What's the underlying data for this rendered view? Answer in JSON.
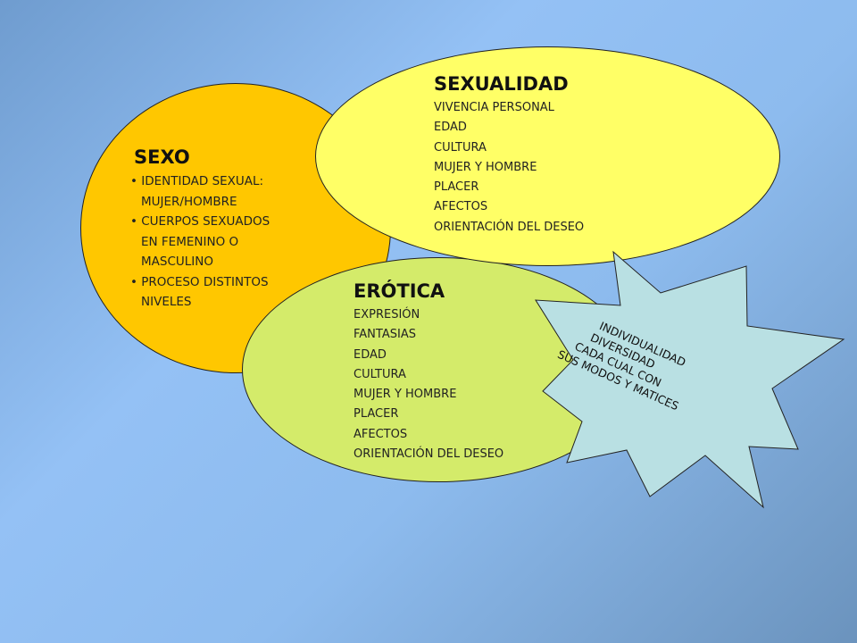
{
  "sexo": {
    "title": "SEXO",
    "items": [
      "• IDENTIDAD SEXUAL:",
      "MUJER/HOMBRE",
      "• CUERPOS SEXUADOS",
      "EN FEMENINO O",
      "MASCULINO",
      "• PROCESO DISTINTOS",
      "NIVELES"
    ],
    "color": "#ffc700"
  },
  "sexualidad": {
    "title": "SEXUALIDAD",
    "items": [
      "VIVENCIA PERSONAL",
      "EDAD",
      "CULTURA",
      "MUJER Y HOMBRE",
      "PLACER",
      "AFECTOS",
      "ORIENTACIÓN DEL DESEO"
    ],
    "color": "#ffff66"
  },
  "erotica": {
    "title": "ERÓTICA",
    "items": [
      "EXPRESIÓN",
      "FANTASIAS",
      "EDAD",
      "CULTURA",
      "MUJER Y HOMBRE",
      "PLACER",
      "AFECTOS",
      "ORIENTACIÓN DEL DESEO"
    ],
    "color": "#d4eb6a"
  },
  "star": {
    "lines": [
      "INDIVIDUALIDAD",
      "DIVERSIDAD",
      "CADA CUAL CON",
      "SUS MODOS Y MATICES"
    ],
    "color": "#b9e0e3"
  }
}
